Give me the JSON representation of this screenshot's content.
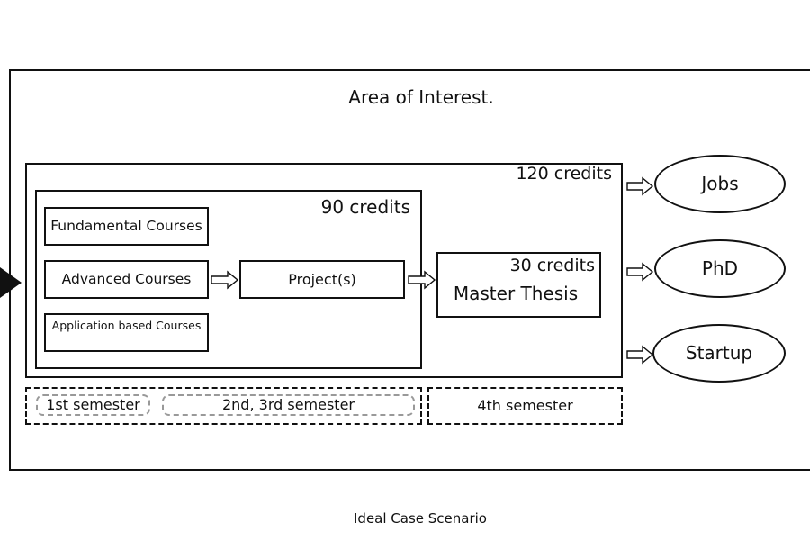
{
  "diagram": {
    "area_title": "Area of Interest.",
    "credits_120": "120 credits",
    "credits_90": "90 credits",
    "courses": {
      "fundamental": "Fundamental Courses",
      "advanced": "Advanced Courses",
      "application": "Application based Courses"
    },
    "project": "Project(s)",
    "thesis": {
      "credits": "30 credits",
      "label": "Master Thesis"
    },
    "outcomes": {
      "jobs": "Jobs",
      "phd": "PhD",
      "startup": "Startup"
    },
    "semesters": {
      "first": "1st semester",
      "second_third": "2nd, 3rd semester",
      "fourth": "4th semester"
    },
    "caption": "Ideal Case Scenario"
  }
}
